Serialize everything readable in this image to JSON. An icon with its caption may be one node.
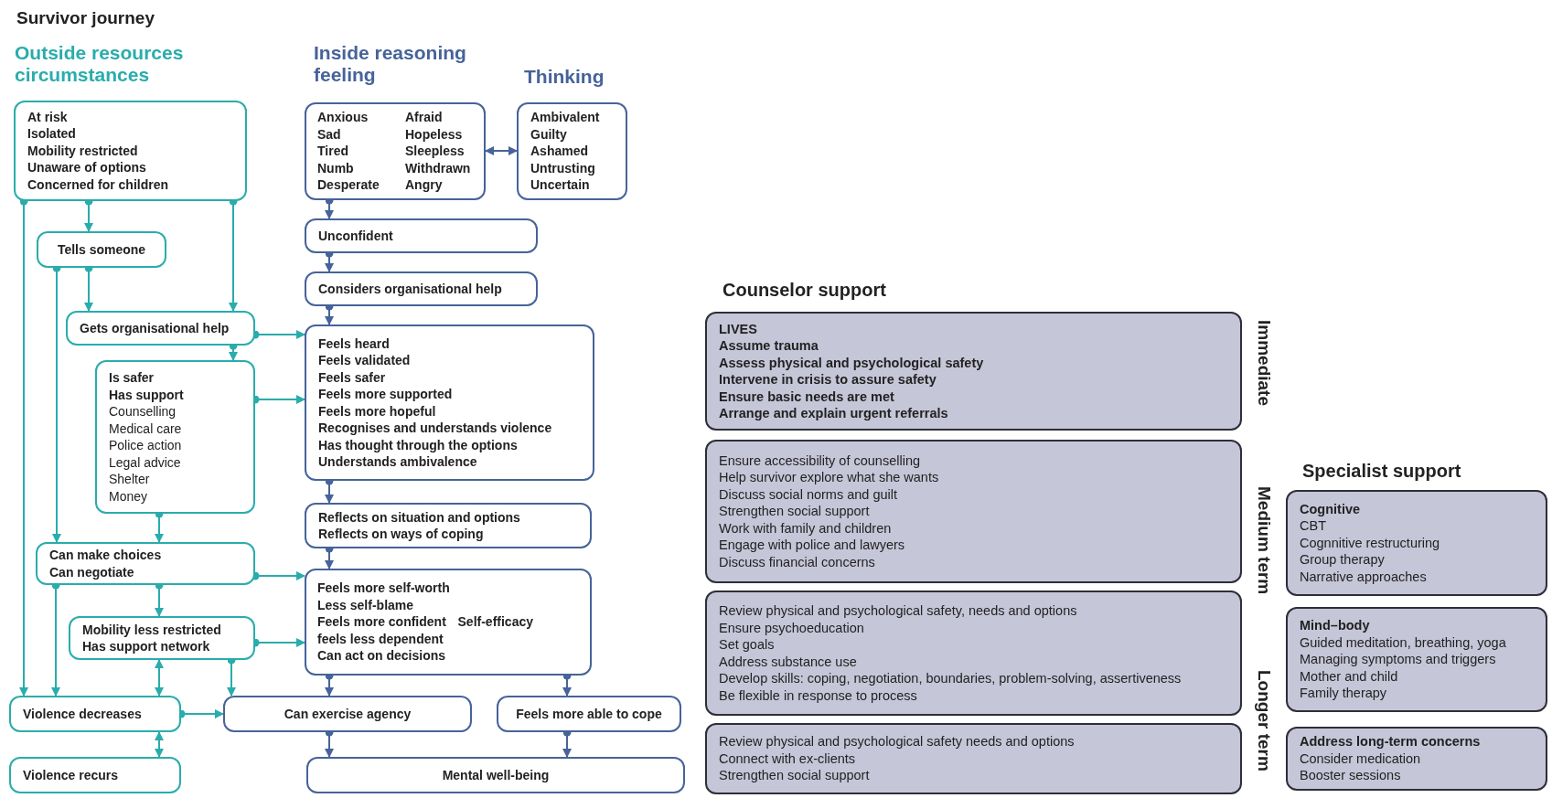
{
  "diagram": {
    "title": "Survivor journey",
    "nodes": [
      {
        "text": [
          "At risk",
          "Isolated",
          "Mobility restricted",
          "Unaware of options",
          "Concerned for children"
        ]
      },
      {
        "text": [
          "Tells someone"
        ]
      },
      {
        "text": [
          "Gets organisational help"
        ]
      },
      {
        "text": [
          "Is safer",
          "Has support",
          "Counselling",
          "Medical care",
          "Police action",
          "Legal advice",
          "Shelter",
          "Money"
        ]
      },
      {
        "text": [
          "Can make choices",
          "Can negotiate"
        ]
      },
      {
        "text": [
          "Mobility less restricted",
          "Has support network"
        ]
      },
      {
        "text": [
          "Violence decreases"
        ]
      },
      {
        "text": [
          "Violence recurs"
        ]
      },
      {
        "text": [
          "Anxious",
          "Sad",
          "Tired",
          "Numb",
          "Desperate",
          "Afraid",
          "Hopeless",
          "Sleepless",
          "Withdrawn",
          "Angry"
        ]
      },
      {
        "text": [
          "Ambivalent",
          "Guilty",
          "Ashamed",
          "Untrusting",
          "Uncertain"
        ]
      },
      {
        "text": [
          "Unconfident"
        ]
      },
      {
        "text": [
          "Considers organisational help"
        ]
      },
      {
        "text": [
          "Feels heard",
          "Feels validated",
          "Feels safer",
          "Feels more supported",
          "Feels more hopeful",
          "Recognises and understands violence",
          "Has thought through the options",
          "Understands ambivalence"
        ]
      },
      {
        "text": [
          "Reflects on situation and options",
          "Reflects on ways of coping"
        ]
      },
      {
        "text": [
          "Feels more self-worth",
          "Less self-blame",
          "Feels more confident",
          "feels less dependent",
          "Can act on decisions",
          "Self-efficacy"
        ]
      },
      {
        "text": [
          "Can exercise agency"
        ]
      },
      {
        "text": [
          "Feels more able to cope"
        ]
      },
      {
        "text": [
          "Mental well-being"
        ]
      },
      {
        "text": [
          "LIVES",
          "Assume trauma",
          "Assess physical and psychological safety",
          "Intervene in crisis to assure safety",
          "Ensure basic needs are met",
          "Arrange and explain urgent referrals"
        ]
      },
      {
        "text": [
          "Ensure accessibility of counselling",
          "Help survivor explore what she wants",
          "Discuss social norms and guilt",
          "Strengthen social support",
          "Work with family and children",
          "Engage with police and lawyers",
          "Discuss financial concerns"
        ]
      },
      {
        "text": [
          "Review physical and psychological safety, needs and options",
          "Ensure psychoeducation",
          "Set goals",
          "Address substance use",
          "Develop skills: coping, negotiation, boundaries, problem-solving, assertiveness",
          "Be flexible in response to process"
        ]
      },
      {
        "text": [
          "Review physical and psychological safety needs and options",
          "Connect with ex-clients",
          "Strengthen social support"
        ]
      },
      {
        "text": [
          "Cognitive",
          "CBT",
          "Cognnitive restructuring",
          "Group therapy",
          "Narrative approaches"
        ]
      },
      {
        "text": [
          "Mind–body",
          "Guided meditation, breathing, yoga",
          "Managing symptoms and triggers",
          "Mother and child",
          "Family therapy"
        ]
      },
      {
        "text": [
          "Address long-term concerns",
          "Consider medication",
          "Booster sessions"
        ]
      }
    ],
    "edges": [
      {
        "from": 0,
        "to": 6,
        "arrow": "to"
      },
      {
        "from": 0,
        "to": 1,
        "arrow": "to"
      },
      {
        "from": 0,
        "to": 2,
        "arrow": "to"
      },
      {
        "from": 1,
        "to": 4,
        "arrow": "to"
      },
      {
        "from": 1,
        "to": 2,
        "arrow": "to"
      },
      {
        "from": 2,
        "to": 12,
        "arrow": "to"
      },
      {
        "from": 2,
        "to": 3,
        "arrow": "to"
      },
      {
        "from": 3,
        "to": 12,
        "arrow": "to"
      },
      {
        "from": 3,
        "to": 4,
        "arrow": "to"
      },
      {
        "from": 4,
        "to": 14,
        "arrow": "to"
      },
      {
        "from": 4,
        "to": 5,
        "arrow": "to"
      },
      {
        "from": 4,
        "to": 6,
        "arrow": "to"
      },
      {
        "from": 5,
        "to": 14,
        "arrow": "to"
      },
      {
        "from": 5,
        "to": 6,
        "arrow": "both"
      },
      {
        "from": 5,
        "to": 15,
        "arrow": "to"
      },
      {
        "from": 6,
        "to": 15,
        "arrow": "to"
      },
      {
        "from": 6,
        "to": 7,
        "arrow": "both"
      },
      {
        "from": 8,
        "to": 9,
        "arrow": "both",
        "color": "#46639a"
      },
      {
        "from": 8,
        "to": 10,
        "arrow": "to",
        "color": "#46639a"
      },
      {
        "from": 10,
        "to": 11,
        "arrow": "to",
        "color": "#46639a"
      },
      {
        "from": 11,
        "to": 12,
        "arrow": "to",
        "color": "#46639a"
      },
      {
        "from": 12,
        "to": 13,
        "arrow": "to",
        "color": "#46639a"
      },
      {
        "from": 13,
        "to": 14,
        "arrow": "to",
        "color": "#46639a"
      },
      {
        "from": 14,
        "to": 15,
        "arrow": "to",
        "color": "#46639a"
      },
      {
        "from": 14,
        "to": 16,
        "arrow": "to",
        "color": "#46639a"
      },
      {
        "from": 15,
        "to": 17,
        "arrow": "to",
        "color": "#46639a"
      },
      {
        "from": 16,
        "to": 17,
        "arrow": "to",
        "color": "#46639a"
      }
    ],
    "labels": [
      "Outside resources circumstances",
      "Inside reasoning feeling",
      "Thinking",
      "Counselor support",
      "Immediate",
      "Medium term",
      "Longer term",
      "Specialist support"
    ]
  }
}
